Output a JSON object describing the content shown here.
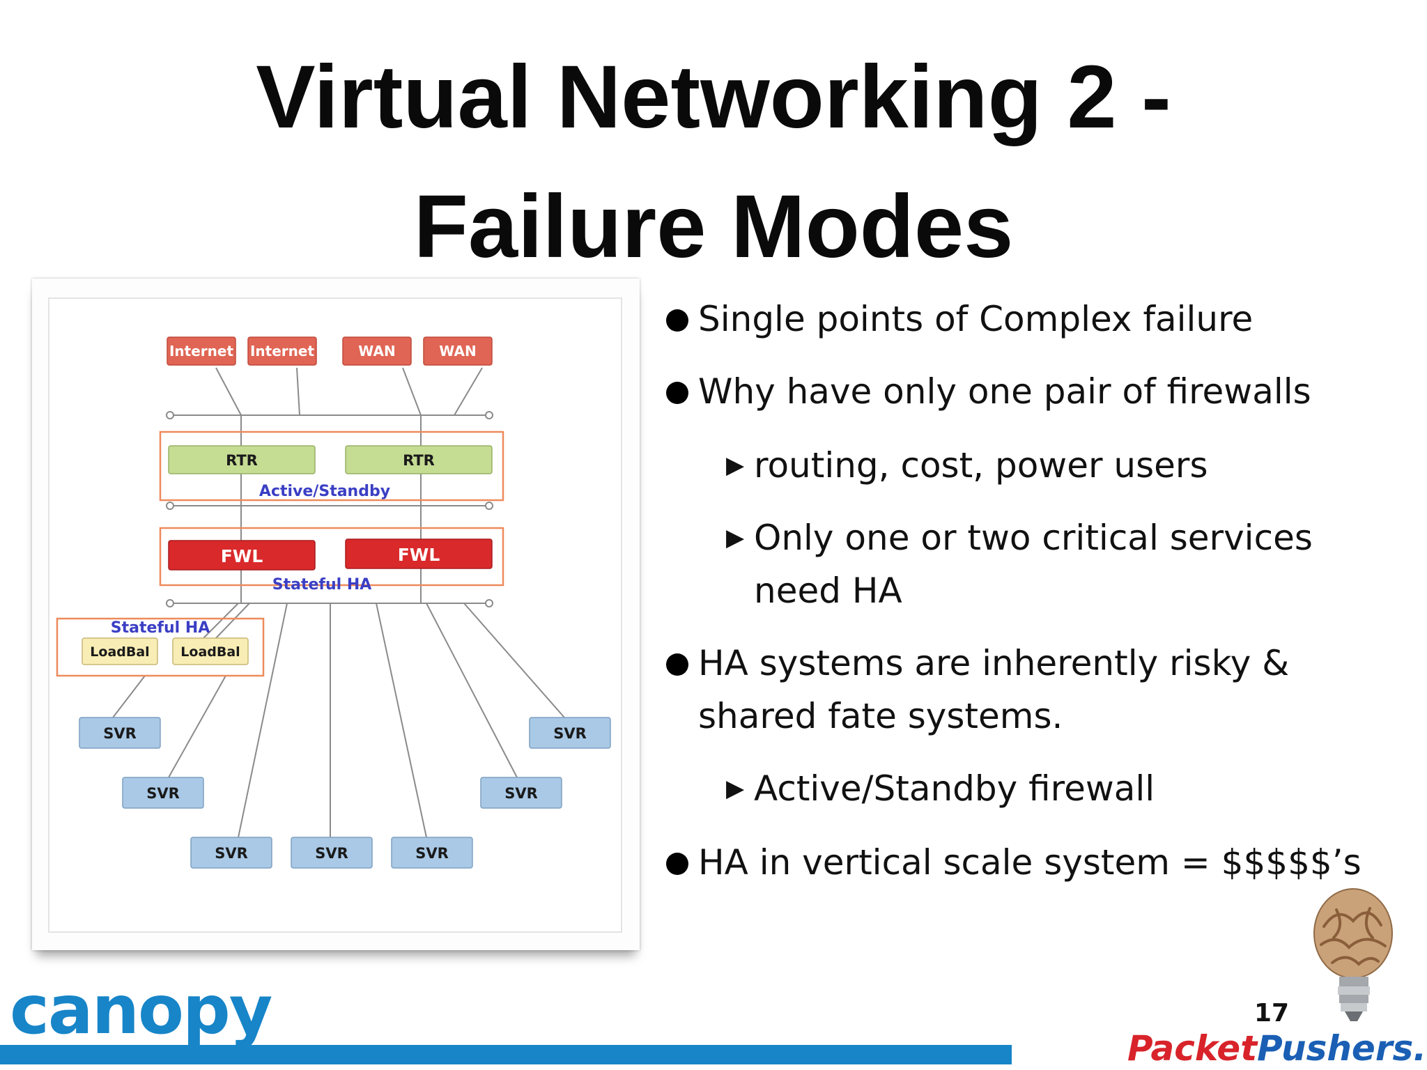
{
  "slide": {
    "title_line1": "Virtual Networking 2 -",
    "title_line2": "Failure Modes",
    "page_number": "17"
  },
  "bullets": [
    {
      "level": 1,
      "text": "Single points of Complex failure"
    },
    {
      "level": 1,
      "text": "Why have only one pair of firewalls"
    },
    {
      "level": 2,
      "text": "routing, cost, power users"
    },
    {
      "level": 2,
      "text": "Only one or two critical services"
    },
    {
      "level": 2,
      "text": "need HA",
      "continuation": true
    },
    {
      "level": 1,
      "text": "HA systems are inherently risky &"
    },
    {
      "level": 1,
      "text": "shared fate systems.",
      "continuation": true
    },
    {
      "level": 2,
      "text": "Active/Standby firewall"
    },
    {
      "level": 1,
      "text": "HA in vertical scale system = $$$$$’s"
    }
  ],
  "diagram": {
    "nodes": {
      "internet1": "Internet",
      "internet2": "Internet",
      "wan1": "WAN",
      "wan2": "WAN",
      "rtr1": "RTR",
      "rtr2": "RTR",
      "fwl1": "FWL",
      "fwl2": "FWL",
      "lb1": "LoadBal",
      "lb2": "LoadBal",
      "svr": "SVR"
    },
    "labels": {
      "rtr_group": "Active/Standby",
      "fwl_group": "Stateful HA",
      "lb_group": "Stateful HA"
    },
    "colors": {
      "edge": "#e06554",
      "rtr": "#c5dc93",
      "fwl": "#d9292b",
      "lb": "#f8edb4",
      "svr": "#a9c9e6",
      "group_border": "#ee8a5c",
      "group_label": "#3b3fc4"
    }
  },
  "branding": {
    "left_logo": "canopy",
    "right_logo_part1": "Packet",
    "right_logo_part2": "Pushers.Net",
    "accent": "#1785c8"
  }
}
